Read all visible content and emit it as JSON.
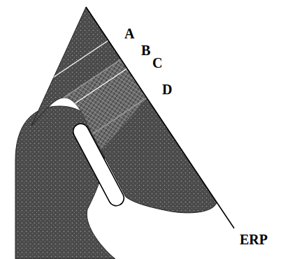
{
  "diagram": {
    "labels": [
      "A",
      "B",
      "C",
      "D",
      "ERP"
    ]
  }
}
